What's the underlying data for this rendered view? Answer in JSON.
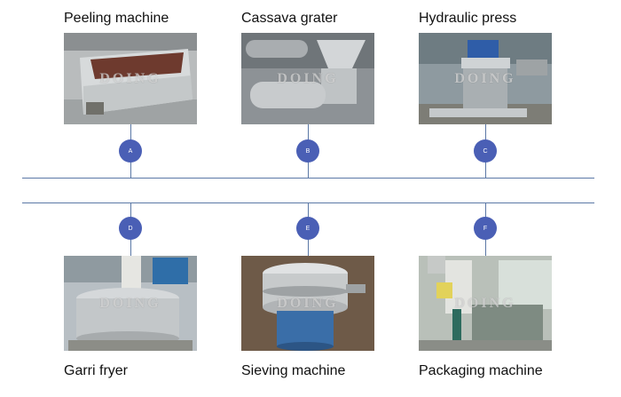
{
  "machines": [
    {
      "id": "a",
      "title": "Peeling machine",
      "node": "A"
    },
    {
      "id": "b",
      "title": "Cassava grater",
      "node": "B"
    },
    {
      "id": "c",
      "title": "Hydraulic press",
      "node": "C"
    },
    {
      "id": "d",
      "title": "Garri fryer",
      "node": "D"
    },
    {
      "id": "e",
      "title": "Sieving machine",
      "node": "E"
    },
    {
      "id": "f",
      "title": "Packaging machine",
      "node": "F"
    }
  ],
  "watermark": "DOING",
  "colors": {
    "node": "#4a5fb5",
    "line": "#5b78a6"
  }
}
